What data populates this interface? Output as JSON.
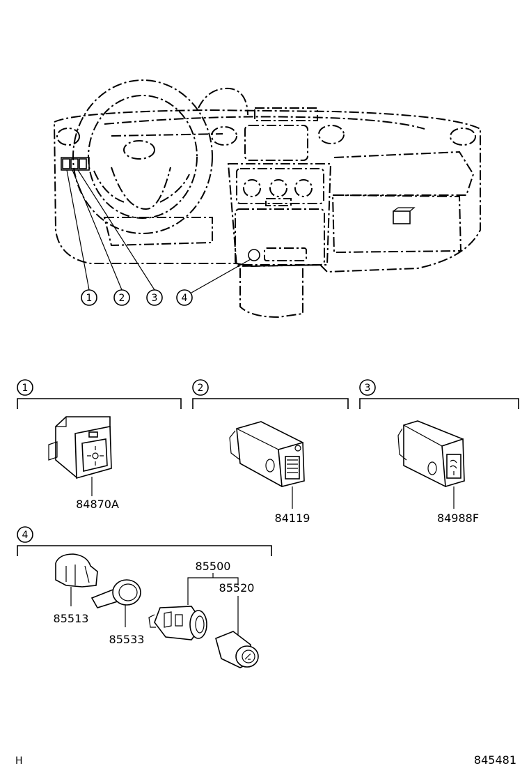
{
  "callouts": [
    {
      "num": "1"
    },
    {
      "num": "2"
    },
    {
      "num": "3"
    },
    {
      "num": "4"
    }
  ],
  "groups": [
    {
      "num": "1",
      "parts": [
        "84870A"
      ]
    },
    {
      "num": "2",
      "parts": [
        "84119"
      ]
    },
    {
      "num": "3",
      "parts": [
        "84988F"
      ]
    },
    {
      "num": "4",
      "parts": [
        "85513",
        "85533",
        "85500",
        "85520"
      ]
    }
  ],
  "footer": {
    "left": "H",
    "right": "845481"
  }
}
